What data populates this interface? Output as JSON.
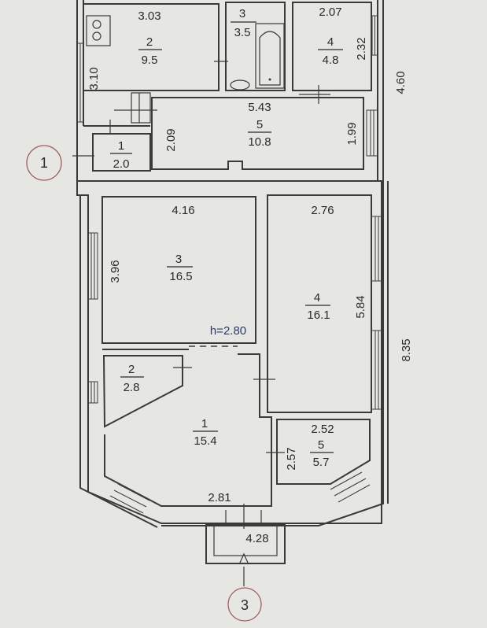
{
  "plan": {
    "ceiling_height": "h=2.80",
    "upper_unit": {
      "rooms": [
        {
          "num": "1",
          "area": "2.0",
          "dims": [
            "2.09"
          ]
        },
        {
          "num": "2",
          "area": "9.5",
          "dims": [
            "3.03",
            "3.10"
          ]
        },
        {
          "num": "3",
          "area": "3.5",
          "dims": []
        },
        {
          "num": "4",
          "area": "4.8",
          "dims": [
            "2.07",
            "2.32"
          ]
        },
        {
          "num": "5",
          "area": "10.8",
          "dims": [
            "5.43",
            "1.99"
          ]
        }
      ],
      "outer_dim": "4.60",
      "marker": "1"
    },
    "lower_unit": {
      "rooms": [
        {
          "num": "1",
          "area": "15.4",
          "dims": [
            "2.81"
          ]
        },
        {
          "num": "2",
          "area": "2.8",
          "dims": []
        },
        {
          "num": "3",
          "area": "16.5",
          "dims": [
            "4.16",
            "3.96"
          ]
        },
        {
          "num": "4",
          "area": "16.1",
          "dims": [
            "2.76",
            "5.84"
          ]
        },
        {
          "num": "5",
          "area": "5.7",
          "dims": [
            "2.52",
            "2.57"
          ]
        }
      ],
      "outer_dim": "8.35",
      "porch_dim": "4.28",
      "marker": "3"
    }
  }
}
